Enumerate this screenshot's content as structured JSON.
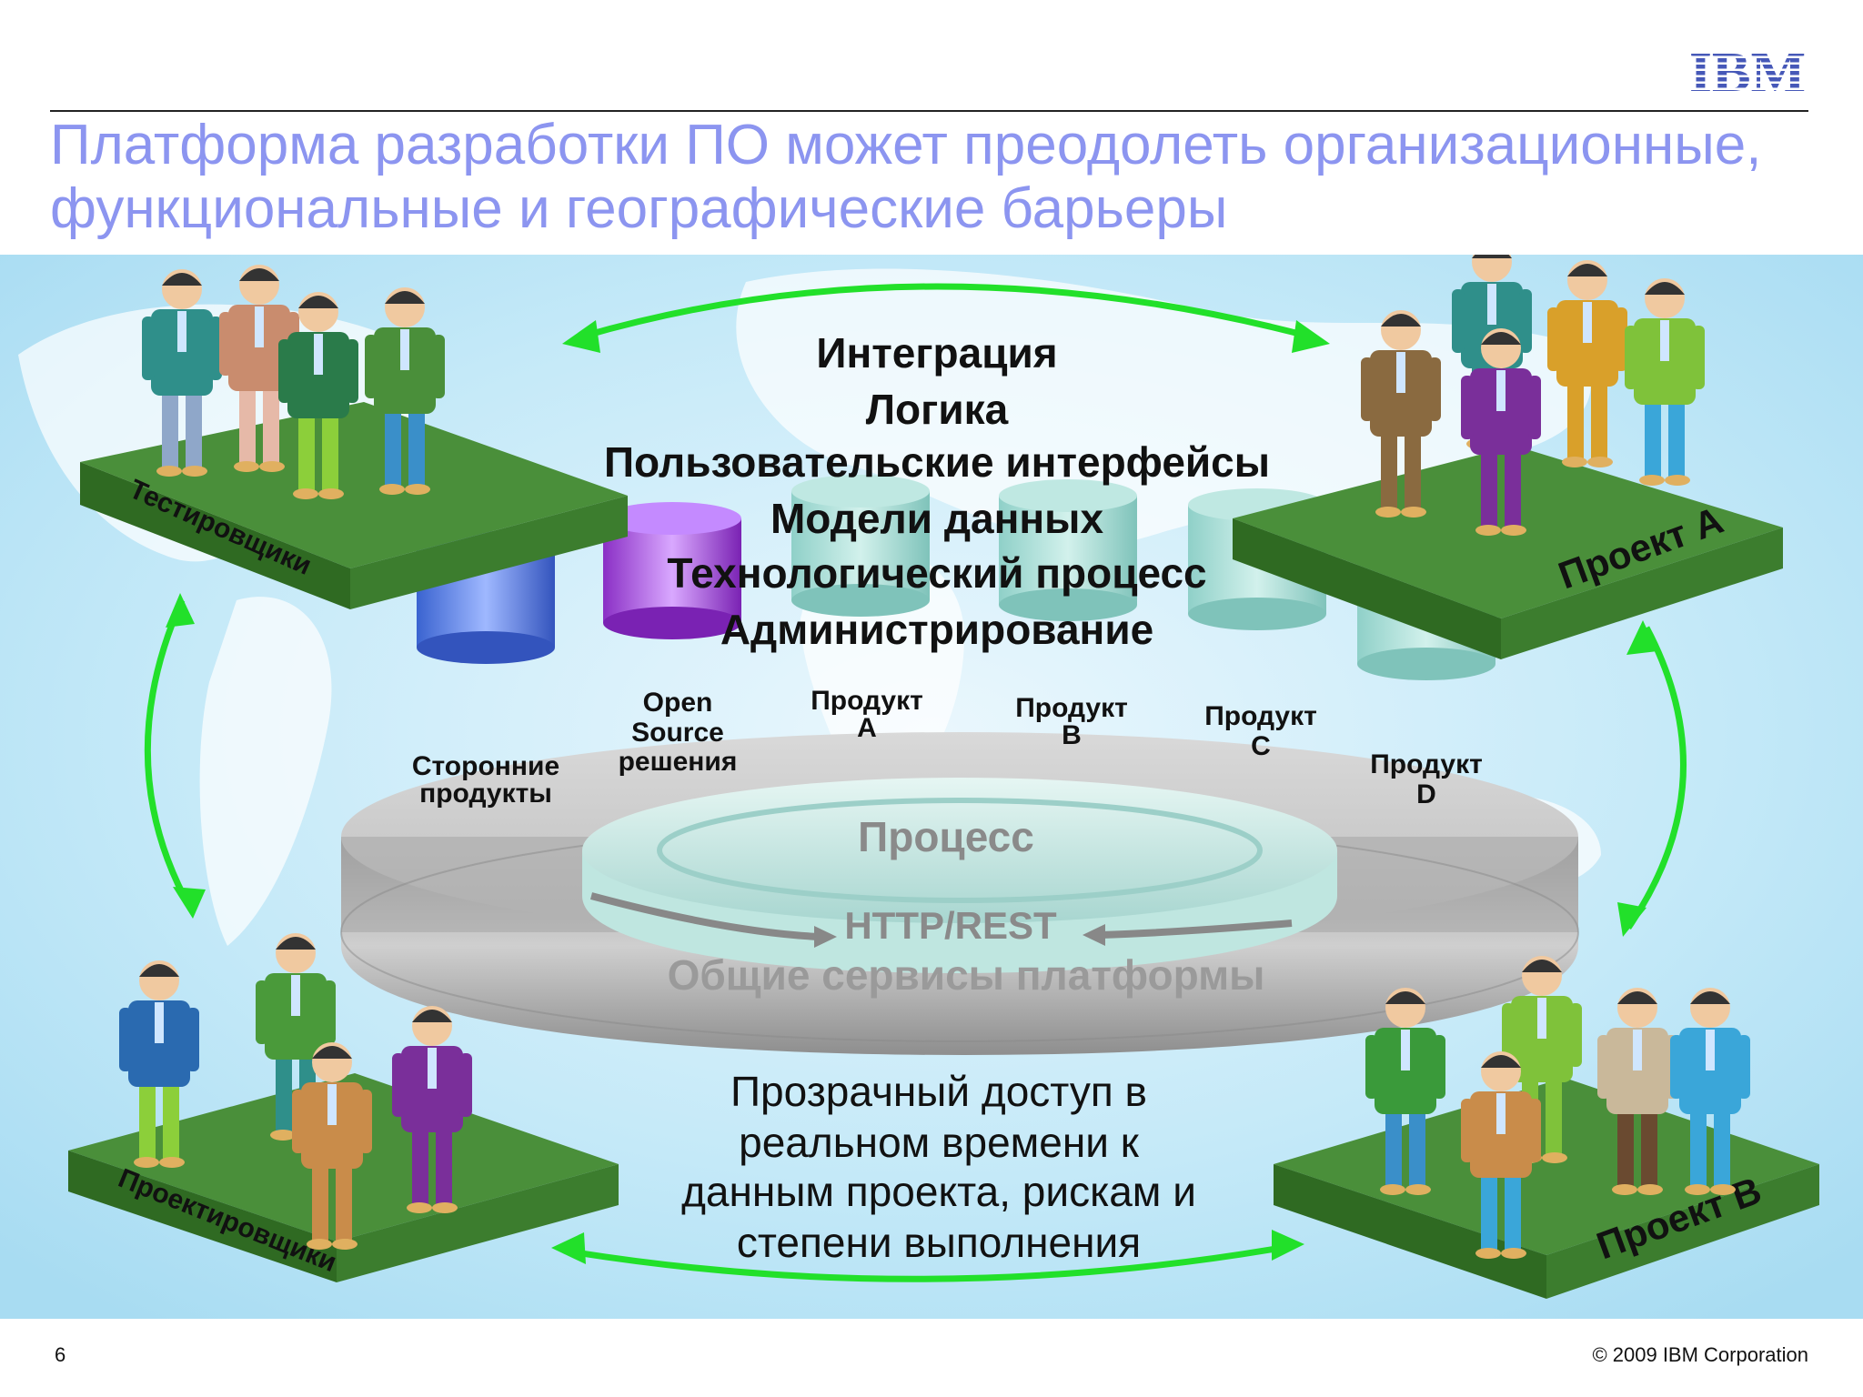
{
  "header": {
    "logo_text": "IBM",
    "title_line1": "Платформа разработки ПО может преодолеть организационные,",
    "title_line2": "функциональные и географические барьеры"
  },
  "groups": {
    "testers": "Тестировщики",
    "project_a": "Проект А",
    "designers": "Проектировщики",
    "project_b": "Проект В"
  },
  "capabilities": [
    "Интеграция",
    "Логика",
    "Пользовательские интерфейсы",
    "Модели данных",
    "Технологический процесс",
    "Администрирование"
  ],
  "cylinders": {
    "third_party_1": "Сторонние",
    "third_party_2": "продукты",
    "open_source_1": "Open",
    "open_source_2": "Source",
    "open_source_3": "решения",
    "product_a_1": "Продукт",
    "product_a_2": "А",
    "product_b_1": "Продукт",
    "product_b_2": "В",
    "product_c_1": "Продукт",
    "product_c_2": "С",
    "product_d_1": "Продукт",
    "product_d_2": "D"
  },
  "platform": {
    "process": "Процесс",
    "http_rest": "HTTP/REST",
    "common_services": "Общие сервисы платформы"
  },
  "access_text": [
    "Прозрачный доступ в",
    "реальном времени к",
    "данным проекта, рискам и",
    "степени выполнения"
  ],
  "footer": {
    "page_number": "6",
    "copyright": "© 2009 IBM Corporation"
  },
  "colors": {
    "title": "#8c95f0",
    "arrow": "#22e02a",
    "pad_top": "#4a8f3a",
    "pad_side": "#2f6a22",
    "map_bg": "#bfe6f7"
  }
}
